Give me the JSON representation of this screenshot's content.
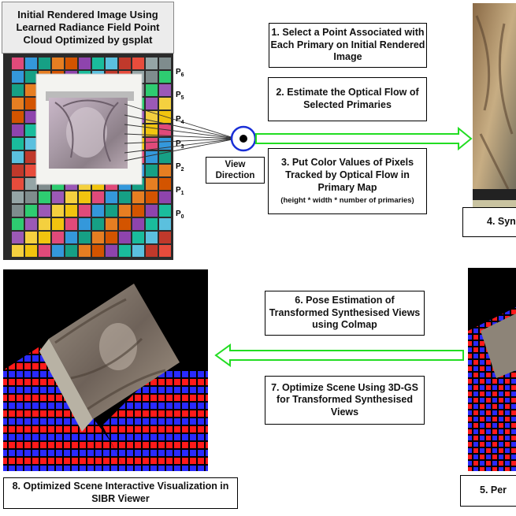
{
  "top_left_title": "Initial Rendered Image Using Learned Radiance Field Point Cloud Optimized by gsplat",
  "primaries": [
    "P6",
    "P5",
    "P4",
    "P3",
    "P2",
    "P1",
    "P0"
  ],
  "view_direction_label": "View Direction",
  "steps": {
    "s1": "1. Select a Point Associated with Each Primary on Initial Rendered Image",
    "s2": "2. Estimate the Optical Flow of Selected Primaries",
    "s3": "3. Put Color Values of Pixels Tracked by Optical Flow in Primary Map",
    "s3_sub": "(height * width * number of primaries)",
    "s4": "4. Syn",
    "s5": "5. Per",
    "s6": "6. Pose Estimation of Transformed Synthesised Views using Colmap",
    "s7": "7. Optimize Scene Using 3D-GS for Transformed Synthesised Views",
    "s8": "8. Optimized Scene Interactive Visualization in SIBR Viewer"
  },
  "colors": {
    "arrow_green": "#22dd22",
    "target_blue": "#1a2fd6",
    "checker_red": "#ff1a1a",
    "checker_blue": "#2a2aff"
  }
}
